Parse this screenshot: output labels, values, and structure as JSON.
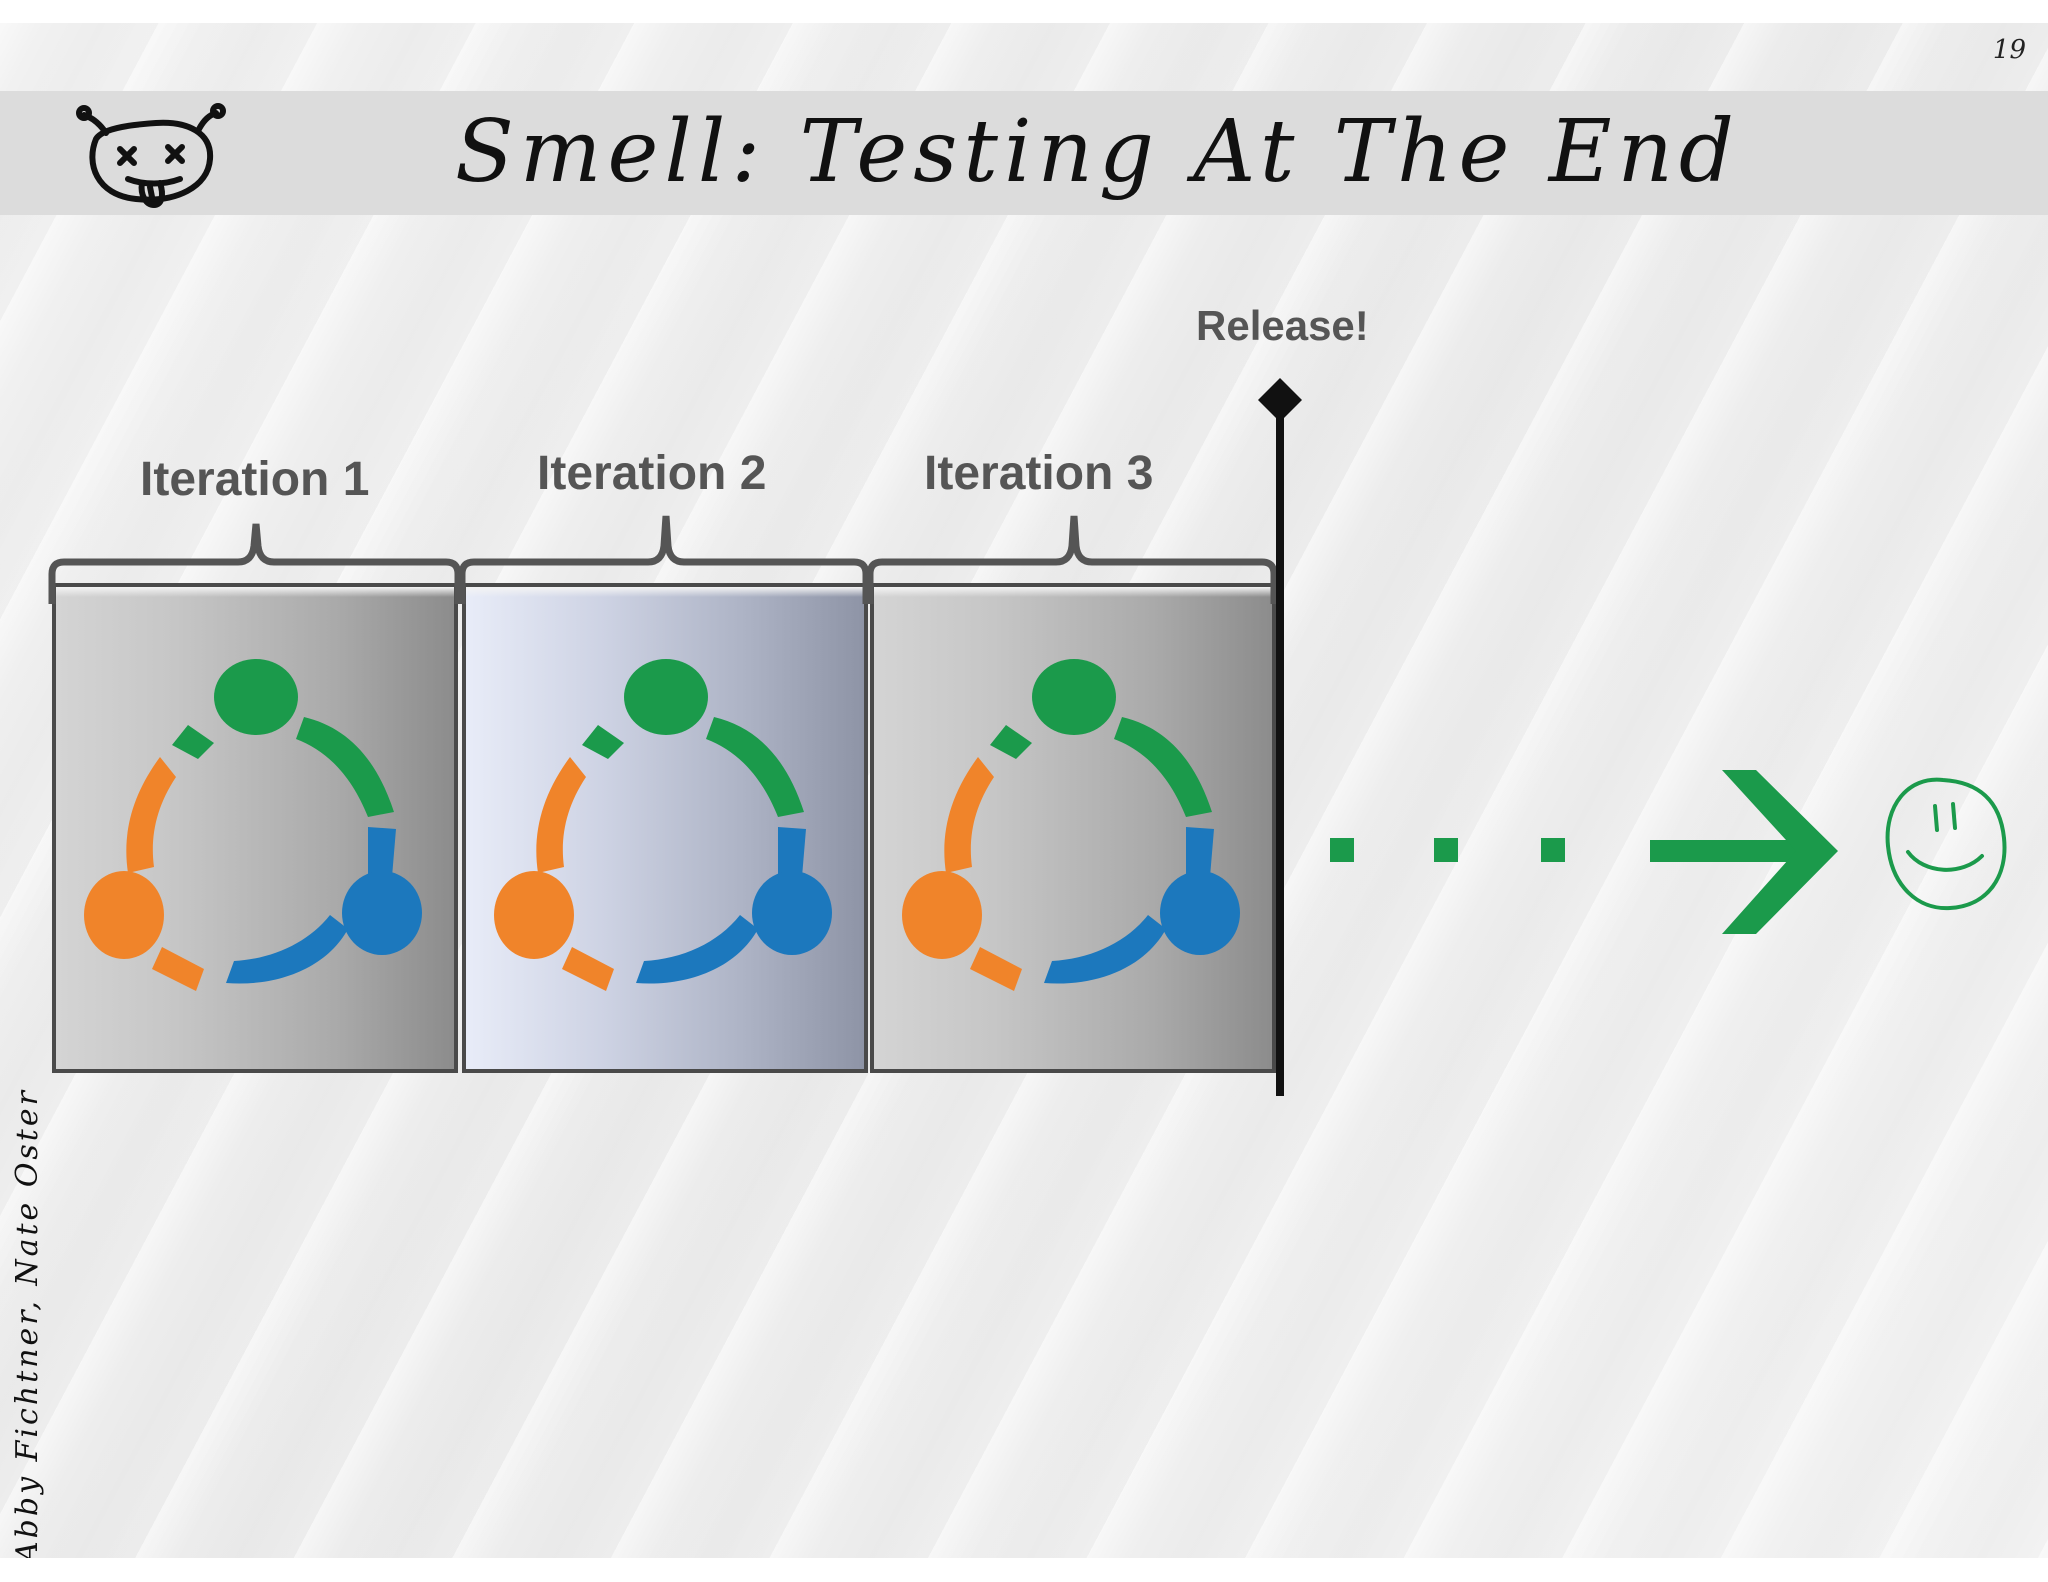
{
  "slide": {
    "page_number": "19",
    "title": "Smell: Testing At The End",
    "author": "Abby Fichtner, Nate Oster"
  },
  "diagram": {
    "iterations": [
      {
        "label": "Iteration 1"
      },
      {
        "label": "Iteration 2"
      },
      {
        "label": "Iteration 3"
      }
    ],
    "release_label": "Release!"
  },
  "colors": {
    "green": "#1b9a4b",
    "orange": "#f0842a",
    "blue": "#1c78bd",
    "label_gray": "#555555",
    "title_bar": "#dcdcdc"
  },
  "icons": {
    "title_icon": "dead-face-icon",
    "box_icon": "cycle-people-icon",
    "end_icon": "smiley-face-icon"
  }
}
